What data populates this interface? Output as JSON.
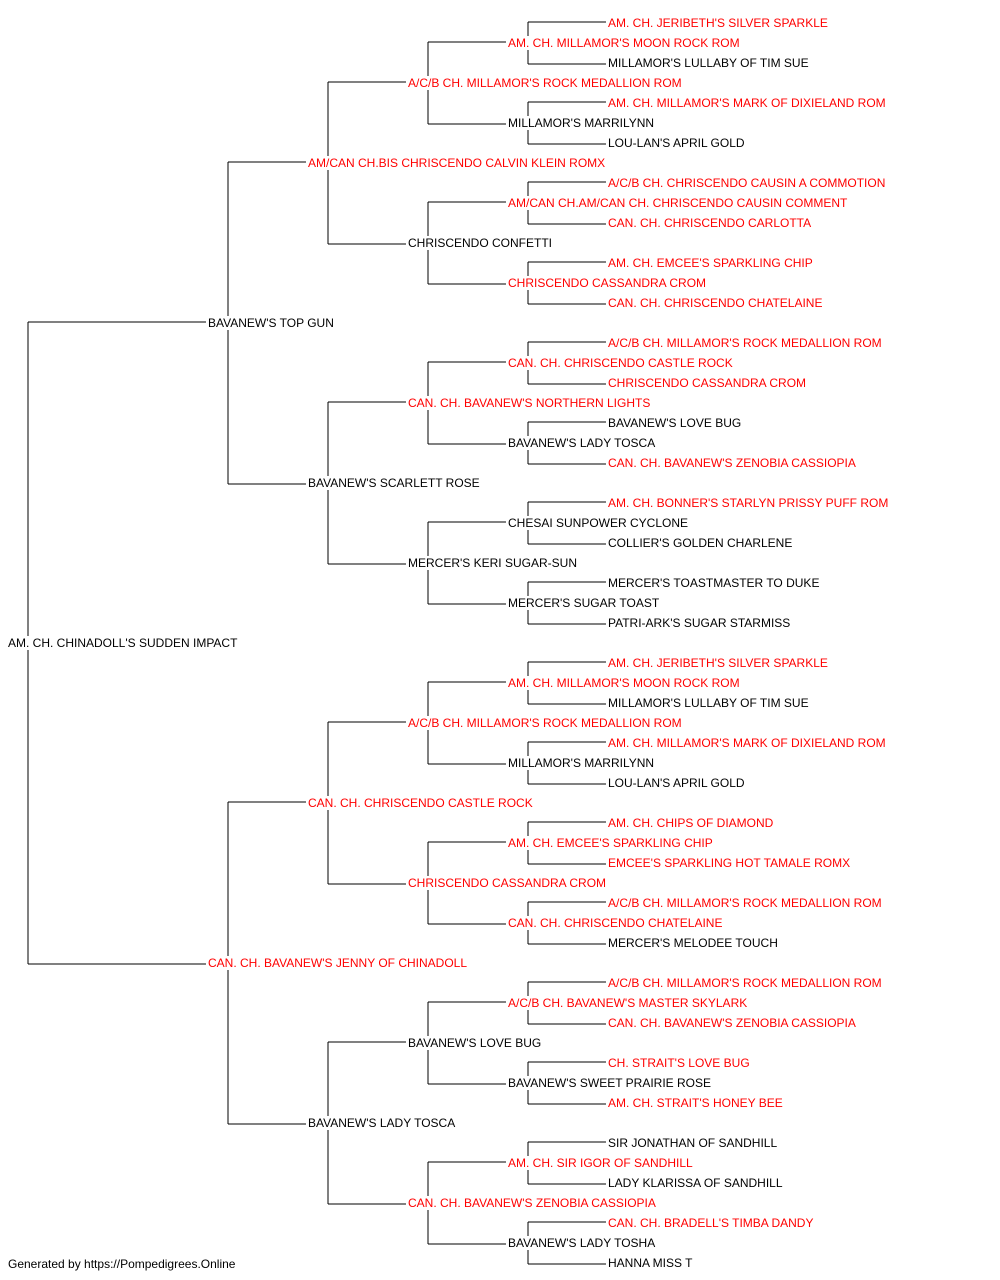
{
  "colors": {
    "champion": "#ff0000",
    "normal": "#000000",
    "line": "#000000"
  },
  "pedigree": [
    {
      "name": "AM. CH. CHINADOLL'S SUDDEN IMPACT",
      "champion": false
    },
    {
      "name": "BAVANEW'S TOP GUN",
      "champion": false
    },
    {
      "name": "CAN. CH. BAVANEW'S JENNY OF CHINADOLL",
      "champion": true
    },
    {
      "name": "AM/CAN CH.BIS CHRISCENDO CALVIN KLEIN ROMX",
      "champion": true
    },
    {
      "name": "BAVANEW'S SCARLETT ROSE",
      "champion": false
    },
    {
      "name": "CAN. CH. CHRISCENDO CASTLE ROCK",
      "champion": true
    },
    {
      "name": "BAVANEW'S LADY TOSCA",
      "champion": false
    },
    {
      "name": "A/C/B CH. MILLAMOR'S ROCK MEDALLION ROM",
      "champion": true
    },
    {
      "name": "CHRISCENDO CONFETTI",
      "champion": false
    },
    {
      "name": "CAN. CH. BAVANEW'S NORTHERN LIGHTS",
      "champion": true
    },
    {
      "name": "MERCER'S KERI SUGAR-SUN",
      "champion": false
    },
    {
      "name": "A/C/B CH. MILLAMOR'S ROCK MEDALLION ROM",
      "champion": true
    },
    {
      "name": "CHRISCENDO CASSANDRA CROM",
      "champion": true
    },
    {
      "name": "BAVANEW'S LOVE BUG",
      "champion": false
    },
    {
      "name": "CAN. CH. BAVANEW'S ZENOBIA CASSIOPIA",
      "champion": true
    },
    {
      "name": "AM. CH. MILLAMOR'S MOON ROCK ROM",
      "champion": true
    },
    {
      "name": "MILLAMOR'S MARRILYNN",
      "champion": false
    },
    {
      "name": "AM/CAN CH.AM/CAN CH. CHRISCENDO CAUSIN COMMENT",
      "champion": true
    },
    {
      "name": "CHRISCENDO CASSANDRA CROM",
      "champion": true
    },
    {
      "name": "CAN. CH. CHRISCENDO CASTLE ROCK",
      "champion": true
    },
    {
      "name": "BAVANEW'S LADY TOSCA",
      "champion": false
    },
    {
      "name": "CHESAI SUNPOWER CYCLONE",
      "champion": false
    },
    {
      "name": "MERCER'S SUGAR TOAST",
      "champion": false
    },
    {
      "name": "AM. CH. MILLAMOR'S MOON ROCK ROM",
      "champion": true
    },
    {
      "name": "MILLAMOR'S MARRILYNN",
      "champion": false
    },
    {
      "name": "AM. CH. EMCEE'S SPARKLING CHIP",
      "champion": true
    },
    {
      "name": "CAN. CH. CHRISCENDO CHATELAINE",
      "champion": true
    },
    {
      "name": "A/C/B CH. BAVANEW'S MASTER SKYLARK",
      "champion": true
    },
    {
      "name": "BAVANEW'S SWEET PRAIRIE ROSE",
      "champion": false
    },
    {
      "name": "AM. CH. SIR IGOR OF SANDHILL",
      "champion": true
    },
    {
      "name": "BAVANEW'S LADY TOSHA",
      "champion": false
    },
    {
      "name": "AM. CH. JERIBETH'S SILVER SPARKLE",
      "champion": true
    },
    {
      "name": "MILLAMOR'S LULLABY OF TIM SUE",
      "champion": false
    },
    {
      "name": "AM. CH. MILLAMOR'S MARK OF DIXIELAND ROM",
      "champion": true
    },
    {
      "name": "LOU-LAN'S APRIL GOLD",
      "champion": false
    },
    {
      "name": "A/C/B CH. CHRISCENDO CAUSIN A COMMOTION",
      "champion": true
    },
    {
      "name": "CAN. CH. CHRISCENDO CARLOTTA",
      "champion": true
    },
    {
      "name": "AM. CH. EMCEE'S SPARKLING CHIP",
      "champion": true
    },
    {
      "name": "CAN. CH. CHRISCENDO CHATELAINE",
      "champion": true
    },
    {
      "name": "A/C/B CH. MILLAMOR'S ROCK MEDALLION ROM",
      "champion": true
    },
    {
      "name": "CHRISCENDO CASSANDRA CROM",
      "champion": true
    },
    {
      "name": "BAVANEW'S LOVE BUG",
      "champion": false
    },
    {
      "name": "CAN. CH. BAVANEW'S ZENOBIA CASSIOPIA",
      "champion": true
    },
    {
      "name": "AM. CH. BONNER'S STARLYN PRISSY PUFF ROM",
      "champion": true
    },
    {
      "name": "COLLIER'S GOLDEN CHARLENE",
      "champion": false
    },
    {
      "name": "MERCER'S TOASTMASTER TO DUKE",
      "champion": false
    },
    {
      "name": "PATRI-ARK'S SUGAR STARMISS",
      "champion": false
    },
    {
      "name": "AM. CH. JERIBETH'S SILVER SPARKLE",
      "champion": true
    },
    {
      "name": "MILLAMOR'S LULLABY OF TIM SUE",
      "champion": false
    },
    {
      "name": "AM. CH. MILLAMOR'S MARK OF DIXIELAND ROM",
      "champion": true
    },
    {
      "name": "LOU-LAN'S APRIL GOLD",
      "champion": false
    },
    {
      "name": "AM. CH. CHIPS OF DIAMOND",
      "champion": true
    },
    {
      "name": "EMCEE'S SPARKLING HOT TAMALE ROMX",
      "champion": true
    },
    {
      "name": "A/C/B CH. MILLAMOR'S ROCK MEDALLION ROM",
      "champion": true
    },
    {
      "name": "MERCER'S MELODEE TOUCH",
      "champion": false
    },
    {
      "name": "A/C/B CH. MILLAMOR'S ROCK MEDALLION ROM",
      "champion": true
    },
    {
      "name": "CAN. CH. BAVANEW'S ZENOBIA CASSIOPIA",
      "champion": true
    },
    {
      "name": "CH. STRAIT'S LOVE BUG",
      "champion": true
    },
    {
      "name": "AM. CH. STRAIT'S HONEY BEE",
      "champion": true
    },
    {
      "name": "SIR JONATHAN OF SANDHILL",
      "champion": false
    },
    {
      "name": "LADY KLARISSA OF SANDHILL",
      "champion": false
    },
    {
      "name": "CAN. CH. BRADELL'S TIMBA DANDY",
      "champion": true
    },
    {
      "name": "HANNA MISS T",
      "champion": false
    }
  ],
  "footer": "Generated by https://Pompedigrees.Online"
}
